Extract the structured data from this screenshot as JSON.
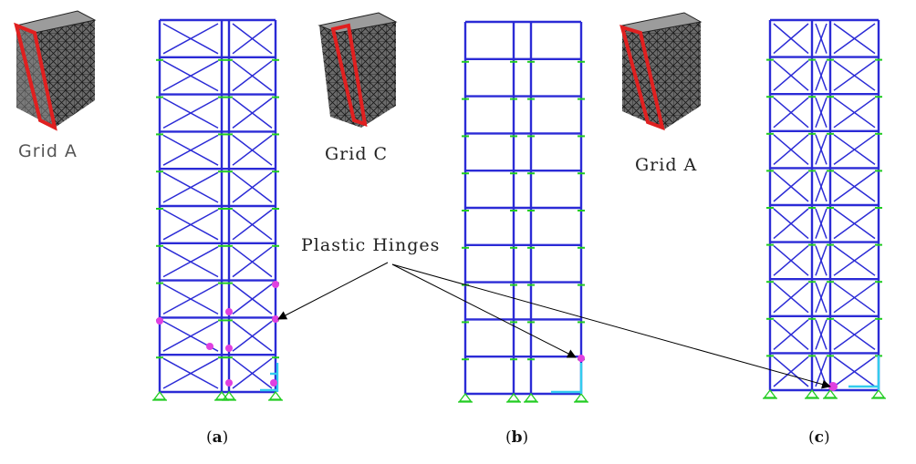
{
  "labels": {
    "grid_a_left": "Grid A",
    "grid_c": "Grid C",
    "grid_a_right": "Grid A",
    "annotation": "Plastic Hinges"
  },
  "captions": [
    {
      "open": "(",
      "letter": "a",
      "close": ")"
    },
    {
      "open": "(",
      "letter": "b",
      "close": ")"
    },
    {
      "open": "(",
      "letter": "c",
      "close": ")"
    }
  ],
  "colors": {
    "member": "#2b2bd6",
    "hinge": "#e040e0",
    "support": "#22cc22",
    "highlight": "#e02020",
    "damaged": "#33ccee"
  }
}
